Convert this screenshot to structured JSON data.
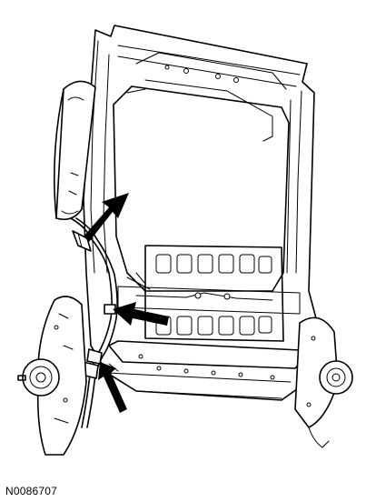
{
  "figure": {
    "id_label": "N0086707",
    "line_color": "#000000",
    "background": "#ffffff"
  },
  "illustration": {
    "subject": "seat-back-frame-with-wiring-harness",
    "callout_arrows": 3
  }
}
